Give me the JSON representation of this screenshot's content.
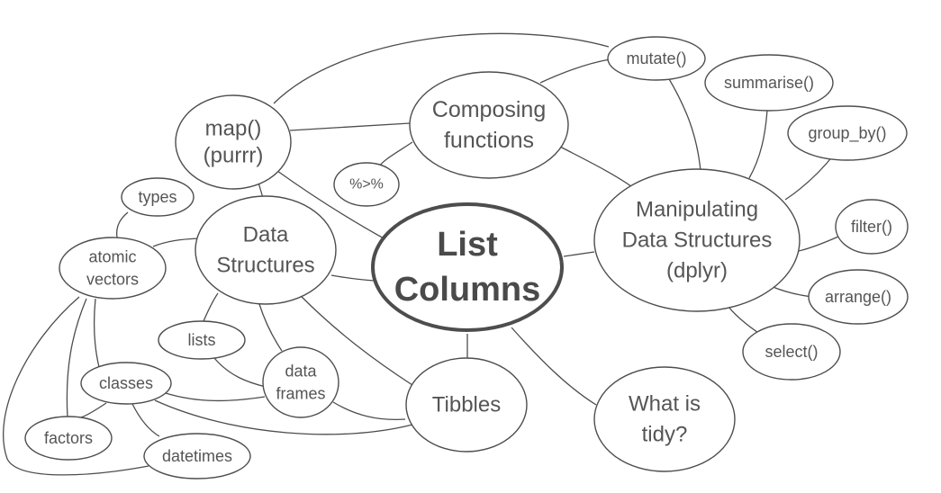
{
  "diagram": {
    "nodes": [
      {
        "id": "list-columns",
        "lines": [
          "List",
          "Columns"
        ]
      },
      {
        "id": "map",
        "lines": [
          "map()",
          "(purrr)"
        ]
      },
      {
        "id": "composing",
        "lines": [
          "Composing",
          "functions"
        ]
      },
      {
        "id": "manipulating",
        "lines": [
          "Manipulating",
          "Data Structures",
          "(dplyr)"
        ]
      },
      {
        "id": "data-structures",
        "lines": [
          "Data",
          "Structures"
        ]
      },
      {
        "id": "tibbles",
        "lines": [
          "Tibbles"
        ]
      },
      {
        "id": "tidy",
        "lines": [
          "What is",
          "tidy?"
        ]
      },
      {
        "id": "pipe",
        "lines": [
          "%>%"
        ]
      },
      {
        "id": "mutate",
        "lines": [
          "mutate()"
        ]
      },
      {
        "id": "summarise",
        "lines": [
          "summarise()"
        ]
      },
      {
        "id": "group-by",
        "lines": [
          "group_by()"
        ]
      },
      {
        "id": "filter",
        "lines": [
          "filter()"
        ]
      },
      {
        "id": "arrange",
        "lines": [
          "arrange()"
        ]
      },
      {
        "id": "select",
        "lines": [
          "select()"
        ]
      },
      {
        "id": "types",
        "lines": [
          "types"
        ]
      },
      {
        "id": "atomic",
        "lines": [
          "atomic",
          "vectors"
        ]
      },
      {
        "id": "lists",
        "lines": [
          "lists"
        ]
      },
      {
        "id": "data-frames",
        "lines": [
          "data",
          "frames"
        ]
      },
      {
        "id": "classes",
        "lines": [
          "classes"
        ]
      },
      {
        "id": "factors",
        "lines": [
          "factors"
        ]
      },
      {
        "id": "datetimes",
        "lines": [
          "datetimes"
        ]
      }
    ]
  }
}
